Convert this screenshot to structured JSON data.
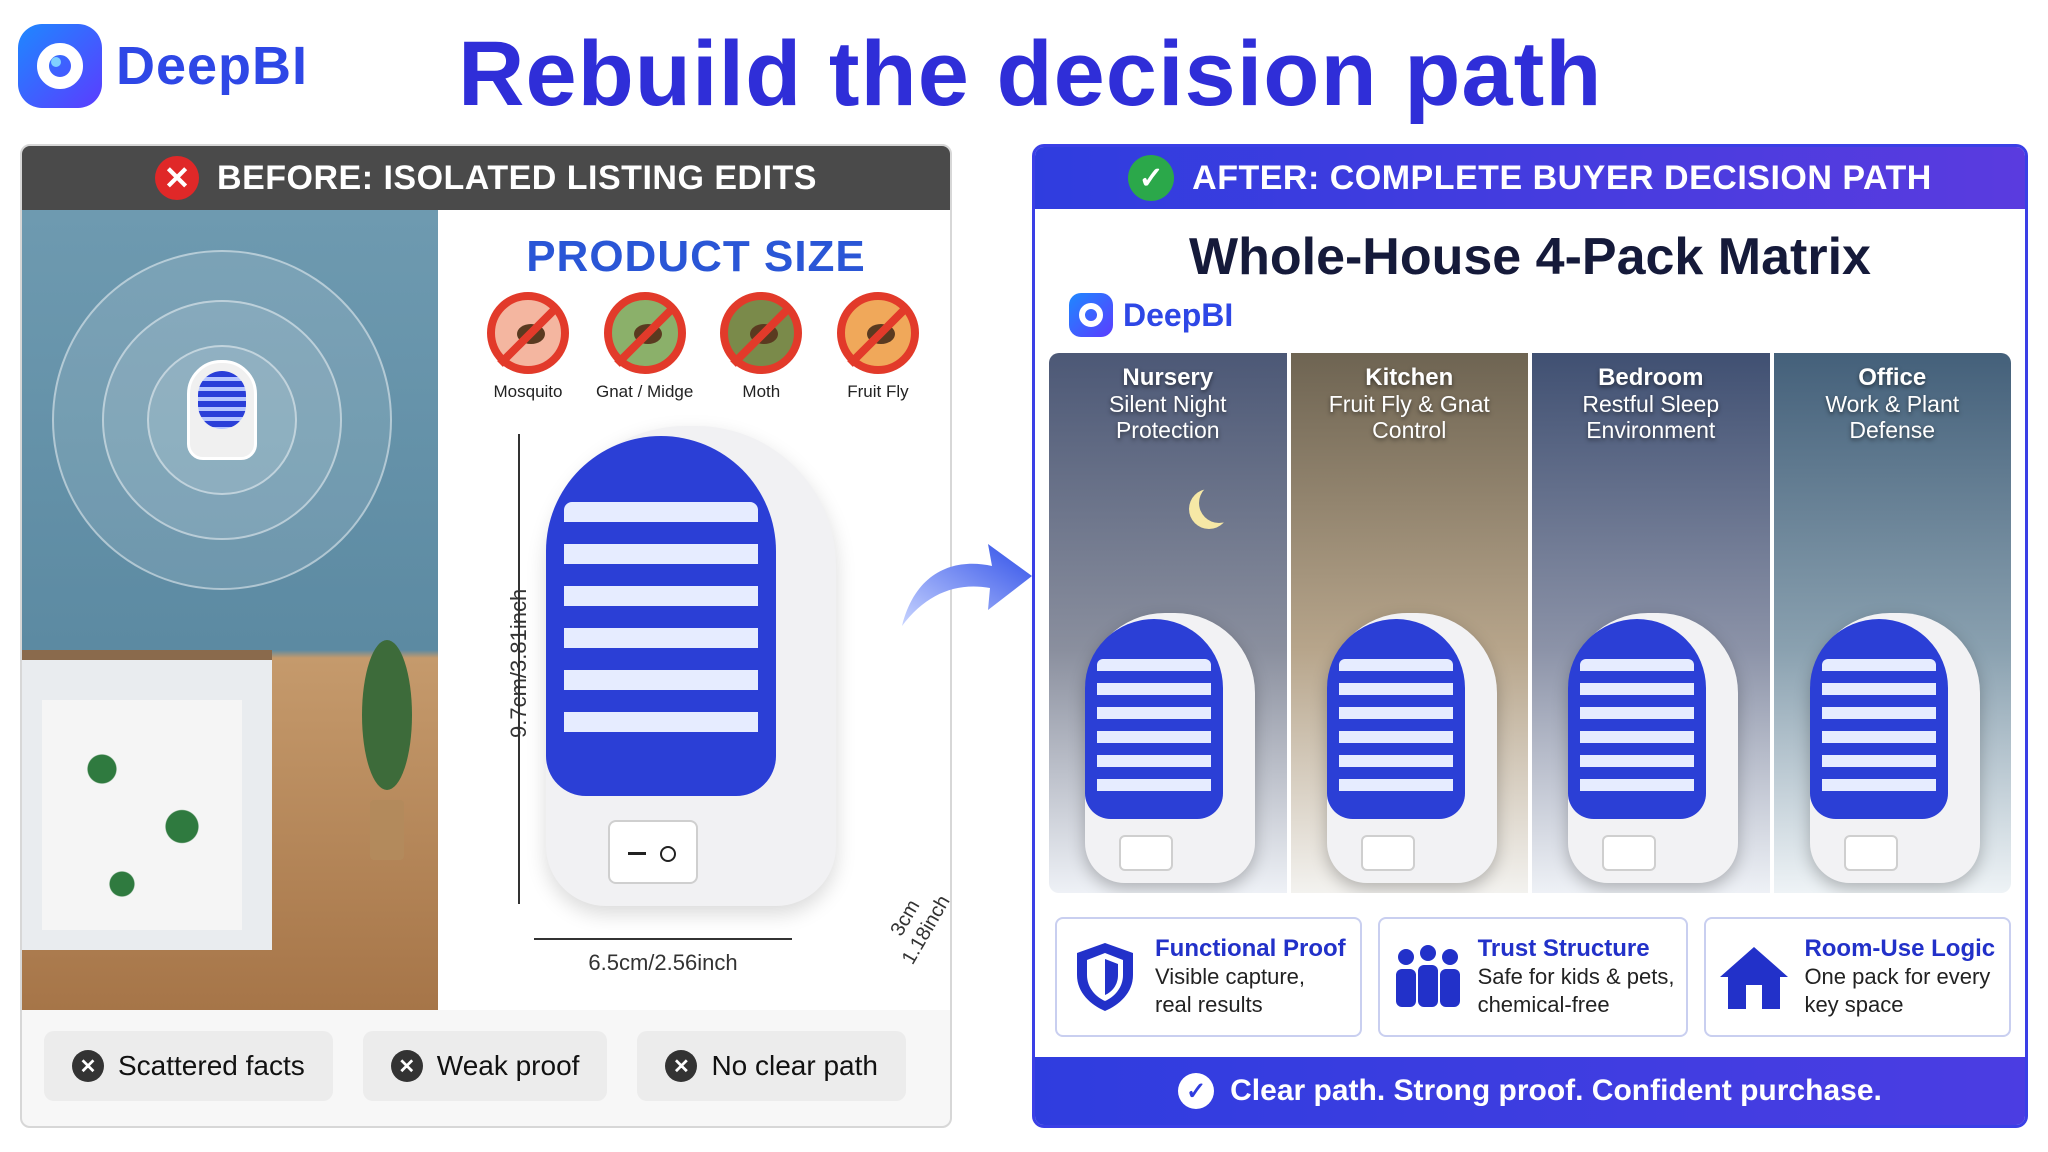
{
  "brand": {
    "name": "DeepBI",
    "logo_icon": "deepbi-logo-icon"
  },
  "title": "Rebuild the decision path",
  "before": {
    "header": "BEFORE: ISOLATED LISTING EDITS",
    "header_icon": "x-icon",
    "product_size_title": "PRODUCT SIZE",
    "bugs": [
      {
        "label": "Mosquito"
      },
      {
        "label": "Gnat / Midge"
      },
      {
        "label": "Moth"
      },
      {
        "label": "Fruit Fly"
      }
    ],
    "dimensions": {
      "height": "9.7cm/3.81inch",
      "width": "6.5cm/2.56inch",
      "depth_cm": "3cm",
      "depth_in": "1.18inch"
    },
    "pills": [
      {
        "label": "Scattered facts"
      },
      {
        "label": "Weak proof"
      },
      {
        "label": "No clear path"
      }
    ]
  },
  "after": {
    "header": "AFTER: COMPLETE BUYER DECISION PATH",
    "header_icon": "check-icon",
    "matrix_title": "Whole-House 4-Pack Matrix",
    "brand_name": "DeepBI",
    "rooms": [
      {
        "title": "Nursery",
        "line1": "Silent Night",
        "line2": "Protection"
      },
      {
        "title": "Kitchen",
        "line1": "Fruit Fly & Gnat",
        "line2": "Control"
      },
      {
        "title": "Bedroom",
        "line1": "Restful Sleep",
        "line2": "Environment"
      },
      {
        "title": "Office",
        "line1": "Work & Plant",
        "line2": "Defense"
      }
    ],
    "features": [
      {
        "title": "Functional Proof",
        "line1": "Visible capture,",
        "line2": "real results",
        "icon": "shield-icon"
      },
      {
        "title": "Trust Structure",
        "line1": "Safe for kids & pets,",
        "line2": "chemical-free",
        "icon": "family-icon"
      },
      {
        "title": "Room-Use Logic",
        "line1": "One pack for every",
        "line2": "key space",
        "icon": "house-icon"
      }
    ],
    "footer": "Clear path. Strong proof. Confident purchase."
  },
  "colors": {
    "brand_blue": "#2e47e6",
    "title_blue": "#2f2ed8",
    "device_blue": "#2b3fd6",
    "error_red": "#e02828",
    "ok_green": "#2ba84a"
  }
}
